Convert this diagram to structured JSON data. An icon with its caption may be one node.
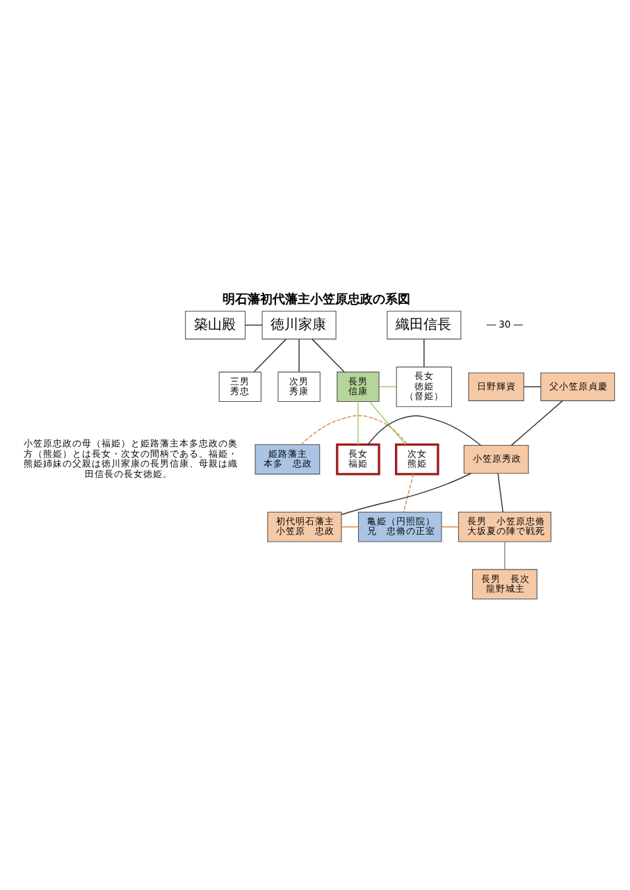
{
  "diagram": {
    "title": "明石藩初代藩主小笠原忠政の系図",
    "nodes": [
      {
        "text": [
          "築山殿"
        ]
      },
      {
        "text": [
          "徳川家康"
        ]
      },
      {
        "text": [
          "織田信長"
        ]
      },
      {
        "text": [
          "三男",
          "秀忠"
        ]
      },
      {
        "text": [
          "次男",
          "秀康"
        ]
      },
      {
        "text": [
          "長男",
          "信康"
        ]
      },
      {
        "text": [
          "長女",
          "徳姫",
          "（督姫）"
        ]
      },
      {
        "text": [
          "日野輝資"
        ]
      },
      {
        "text": [
          "父小笠原貞慶"
        ]
      },
      {
        "text": [
          "姫路藩主",
          "本多　忠政"
        ]
      },
      {
        "text": [
          "次女",
          "熊姫"
        ]
      },
      {
        "text": [
          "長女",
          "福姫"
        ]
      },
      {
        "text": [
          "小笠原秀政"
        ]
      },
      {
        "text": [
          "初代明石藩主",
          "小笠原　忠政"
        ]
      },
      {
        "text": [
          "亀姫（円照院）",
          "兄　忠脩の正室"
        ]
      },
      {
        "text": [
          "長男　小笠原忠脩",
          "大坂夏の陣で戦死"
        ]
      },
      {
        "text": [
          "長男　長次",
          "龍野城主"
        ]
      }
    ],
    "edges": [
      {
        "from": 0,
        "to": 1,
        "arrow": "none"
      },
      {
        "from": 1,
        "to": 3,
        "arrow": "none"
      },
      {
        "from": 1,
        "to": 4,
        "arrow": "none"
      },
      {
        "from": 1,
        "to": 5,
        "arrow": "none"
      },
      {
        "from": 2,
        "to": 6,
        "arrow": "none"
      },
      {
        "from": 5,
        "to": 6,
        "arrow": "none",
        "color": "#9ccc6a"
      },
      {
        "from": 5,
        "to": 10,
        "arrow": "none",
        "color": "#9ccc6a"
      },
      {
        "from": 5,
        "to": 11,
        "arrow": "none",
        "color": "#9ccc6a"
      },
      {
        "from": 7,
        "to": 8,
        "arrow": "none"
      },
      {
        "from": 8,
        "to": 12,
        "arrow": "none"
      },
      {
        "from": 11,
        "to": 12,
        "arrow": "none"
      },
      {
        "from": 9,
        "to": 10,
        "arrow": "none",
        "style": "dashed",
        "color": "#d98a4a"
      },
      {
        "from": 10,
        "to": 14,
        "arrow": "none",
        "style": "dashed",
        "color": "#d98a4a"
      },
      {
        "from": 12,
        "to": 13,
        "arrow": "none"
      },
      {
        "from": 12,
        "to": 15,
        "arrow": "none"
      },
      {
        "from": 13,
        "to": 14,
        "arrow": "none",
        "color": "#d98a4a"
      },
      {
        "from": 14,
        "to": 15,
        "arrow": "none",
        "color": "#d98a4a"
      },
      {
        "from": 15,
        "to": 16,
        "arrow": "none",
        "color": "#888888"
      }
    ],
    "labels": [
      "小笠原忠政の母（福姫）と姫路藩主本多忠政の奥方（熊姫）とは長女・次女の間柄である。福姫・熊姫姉妹の父親は徳川家康の長男信康、母親は織田信長の長女徳姫。",
      "― 30 ―"
    ]
  }
}
